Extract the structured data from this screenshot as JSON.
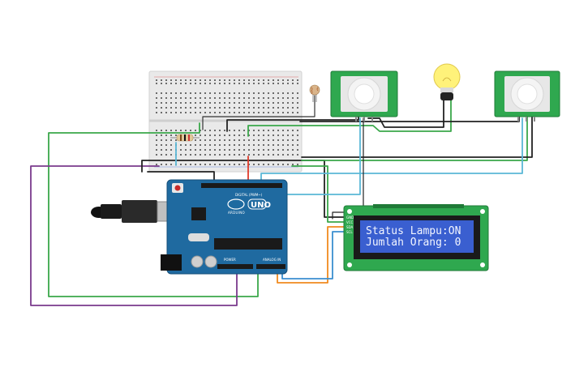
{
  "lcd": {
    "line1": "Status Lampu:ON",
    "line2": "Jumlah Orang: 0",
    "pin_labels": [
      "GND",
      "VCC",
      "SDA",
      "SCL"
    ]
  },
  "arduino": {
    "model": "UNO",
    "brand": "ARDUINO",
    "digital_label": "DIGITAL (PWM~)",
    "power_label": "POWER",
    "analog_label": "ANALOG IN"
  },
  "colors": {
    "wire_green": "#3aa84a",
    "wire_purple": "#7a3a8c",
    "wire_black": "#222222",
    "wire_red": "#e03a2a",
    "wire_blue": "#5ab7d6",
    "wire_orange": "#f08a1e",
    "board_blue": "#1f6aa0",
    "lcd_green": "#2fa84f",
    "lcd_screen": "#3a5fd0"
  },
  "components": [
    "breadboard",
    "photoresistor",
    "resistor",
    "pir-sensor-left",
    "light-bulb",
    "pir-sensor-right",
    "arduino-uno",
    "lcd-i2c-16x2",
    "usb-cable"
  ]
}
